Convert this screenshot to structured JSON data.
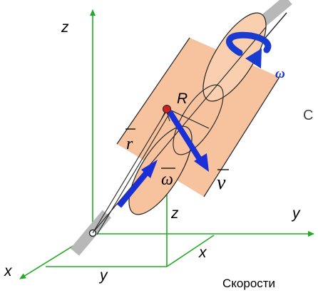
{
  "labels": {
    "z_axis": "z",
    "x_axis": "x",
    "y_axis": "y",
    "z_proj": "z",
    "x_proj": "x",
    "y_proj": "y",
    "radius": "R",
    "r_vec": "r",
    "omega_vec": "ω",
    "v_vec": "v",
    "omega_rot": "ω"
  },
  "caption": "Скорости",
  "side_text": "С",
  "colors": {
    "axis": "#22aa22",
    "cylinder_fill": "#f7c39e",
    "cylinder_edge": "#222222",
    "vector": "#1a2fd6",
    "rotation_arrow": "#1a3bd0",
    "omega_label": "#1a2fd6",
    "point": "#cc2222",
    "bearing": "#b8b8b8"
  }
}
